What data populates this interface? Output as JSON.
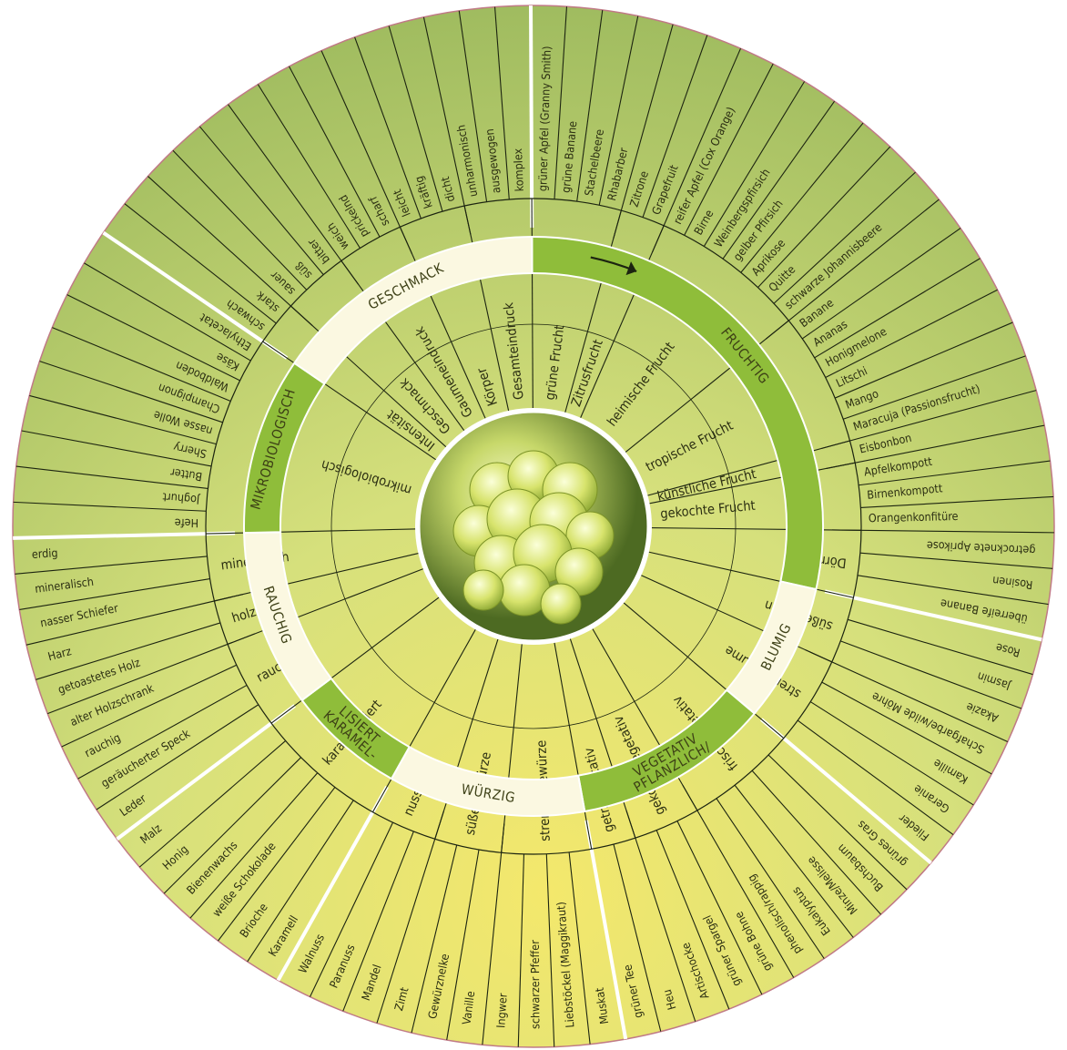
{
  "colors": {
    "outer_light": "#e4ea8c",
    "outer_dark": "#8faa52",
    "band_dark": "#8fbd3a",
    "band_light": "#fbf8e1",
    "separator_white": "#ffffff",
    "separator_dark": "#1c2410",
    "rim": "#c07a86",
    "text": "#2b2e12"
  },
  "center_image": {
    "icon": "white-grapes-photo"
  },
  "arrow": {
    "icon": "arrow-right-icon"
  },
  "categories": [
    {
      "name": "FRUCHTIG",
      "band": "dark",
      "subcategories": [
        {
          "name": "grüne Frucht",
          "terms": [
            "grüner Apfel (Granny Smith)",
            "grüne Banane",
            "Stachelbeere",
            "Rhabarber"
          ]
        },
        {
          "name": "Zitrusfrucht",
          "terms": [
            "Zitrone",
            "Grapefruit"
          ]
        },
        {
          "name": "heimische Frucht",
          "terms": [
            "reifer Apfel (Cox Orange)",
            "Birne",
            "Weinbergspfirsich",
            "gelber Pfirsich",
            "Aprikose",
            "Quitte",
            "schwarze Johannisbeere"
          ]
        },
        {
          "name": "tropische Frucht",
          "terms": [
            "Banane",
            "Ananas",
            "Honigmelone",
            "Litschi",
            "Mango",
            "Maracuja (Passionsfrucht)"
          ]
        },
        {
          "name": "künstliche Frucht",
          "terms": [
            "Eisbonbon"
          ]
        },
        {
          "name": "gekochte Frucht",
          "terms": [
            "Apfelkompott",
            "Birnenkompott",
            "Orangenkonfitüre"
          ]
        },
        {
          "name": "Dörrobst",
          "terms": [
            "getrocknete Aprikose",
            "Rosinen",
            "überreife Banane"
          ]
        }
      ]
    },
    {
      "name": "BLUMIG",
      "band": "light",
      "subcategories": [
        {
          "name": "süße Blüten",
          "terms": [
            "Rose",
            "Jasmin",
            "Akazie"
          ]
        },
        {
          "name": "strenge Blume",
          "terms": [
            "Schafgarbe/wilde Möhre",
            "Kamille",
            "Geranie",
            "Flieder"
          ]
        }
      ]
    },
    {
      "name": "PFLANZLICH/\nVEGETATIV",
      "band": "dark",
      "subcategories": [
        {
          "name": "frisch vegetativ",
          "terms": [
            "grünes Gras",
            "Buchsbaum",
            "Minze/Melisse",
            "Eukalyptus",
            "phenolisch/rappig"
          ]
        },
        {
          "name": "gekocht vegetativ",
          "terms": [
            "grüne Bohne",
            "grüner Spargel",
            "Artischocke"
          ]
        },
        {
          "name": "getr. vegetativ",
          "terms": [
            "Heu",
            "grüner Tee"
          ]
        }
      ]
    },
    {
      "name": "WÜRZIG",
      "band": "light",
      "subcategories": [
        {
          "name": "strenge Gewürze",
          "terms": [
            "Muskat",
            "Liebstöckel (Maggikraut)",
            "schwarzer Pfeffer",
            "Ingwer"
          ]
        },
        {
          "name": "süße Gewürze",
          "terms": [
            "Vanille",
            "Gewürznelke",
            "Zimt"
          ]
        },
        {
          "name": "nussig",
          "terms": [
            "Mandel",
            "Paranuss",
            "Walnuss"
          ]
        }
      ]
    },
    {
      "name": "KARAMEL-\nLISIERT",
      "band": "dark",
      "subcategories": [
        {
          "name": "karamellisiert",
          "terms": [
            "Karamell",
            "Brioche",
            "weiße Schokolade",
            "Bienenwachs",
            "Honig",
            "Malz"
          ]
        }
      ]
    },
    {
      "name": "RAUCHIG",
      "band": "light",
      "subcategories": [
        {
          "name": "rauchig",
          "terms": [
            "Leder",
            "geräucherter Speck",
            "rauchig",
            "alter Holzschrank"
          ]
        },
        {
          "name": "holzig",
          "terms": [
            "getoastetes Holz",
            "Harz"
          ]
        },
        {
          "name": "mineralisch",
          "terms": [
            "nasser Schiefer",
            "mineralisch",
            "erdig"
          ]
        }
      ]
    },
    {
      "name": "MIKROBIOLOGISCH",
      "band": "dark",
      "subcategories": [
        {
          "name": "mikrobiologisch",
          "terms": [
            "Hefe",
            "Joghurt",
            "Butter",
            "Sherry",
            "nasse Wolle",
            "Champignon",
            "Waldboden",
            "Käse",
            "Ethylacetat"
          ]
        }
      ]
    },
    {
      "name": "GESCHMACK",
      "band": "light",
      "subcategories": [
        {
          "name": "Intensität",
          "terms": [
            "schwach",
            "stark"
          ]
        },
        {
          "name": "Geschmack",
          "terms": [
            "sauer",
            "süß",
            "bitter"
          ]
        },
        {
          "name": "Gaumeneindruck",
          "terms": [
            "weich",
            "prickelnd",
            "scharf"
          ]
        },
        {
          "name": "Körper",
          "terms": [
            "leicht",
            "kräftig",
            "dicht"
          ]
        },
        {
          "name": "Gesamteindruck",
          "terms": [
            "unharmonisch",
            "ausgewogen",
            "komplex"
          ]
        }
      ]
    }
  ]
}
